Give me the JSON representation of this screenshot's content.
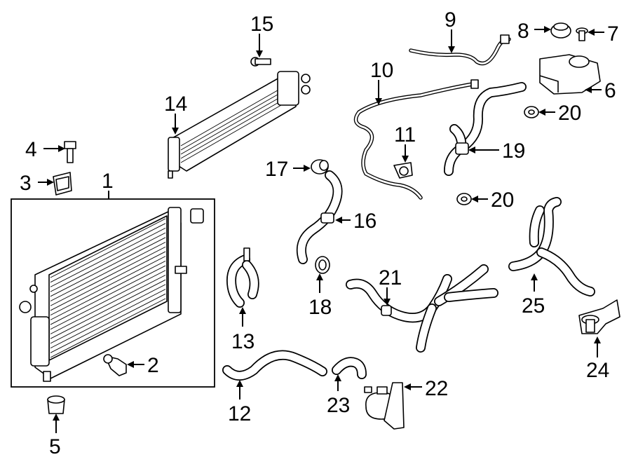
{
  "callouts": [
    {
      "id": "1",
      "label": "1"
    },
    {
      "id": "2",
      "label": "2"
    },
    {
      "id": "3",
      "label": "3"
    },
    {
      "id": "4",
      "label": "4"
    },
    {
      "id": "5",
      "label": "5"
    },
    {
      "id": "6",
      "label": "6"
    },
    {
      "id": "7",
      "label": "7"
    },
    {
      "id": "8",
      "label": "8"
    },
    {
      "id": "9",
      "label": "9"
    },
    {
      "id": "10",
      "label": "10"
    },
    {
      "id": "11",
      "label": "11"
    },
    {
      "id": "12",
      "label": "12"
    },
    {
      "id": "13",
      "label": "13"
    },
    {
      "id": "14",
      "label": "14"
    },
    {
      "id": "15",
      "label": "15"
    },
    {
      "id": "16",
      "label": "16"
    },
    {
      "id": "17",
      "label": "17"
    },
    {
      "id": "18",
      "label": "18"
    },
    {
      "id": "19",
      "label": "19"
    },
    {
      "id": "20a",
      "label": "20"
    },
    {
      "id": "20b",
      "label": "20"
    },
    {
      "id": "21",
      "label": "21"
    },
    {
      "id": "22",
      "label": "22"
    },
    {
      "id": "23",
      "label": "23"
    },
    {
      "id": "24",
      "label": "24"
    },
    {
      "id": "25",
      "label": "25"
    }
  ]
}
